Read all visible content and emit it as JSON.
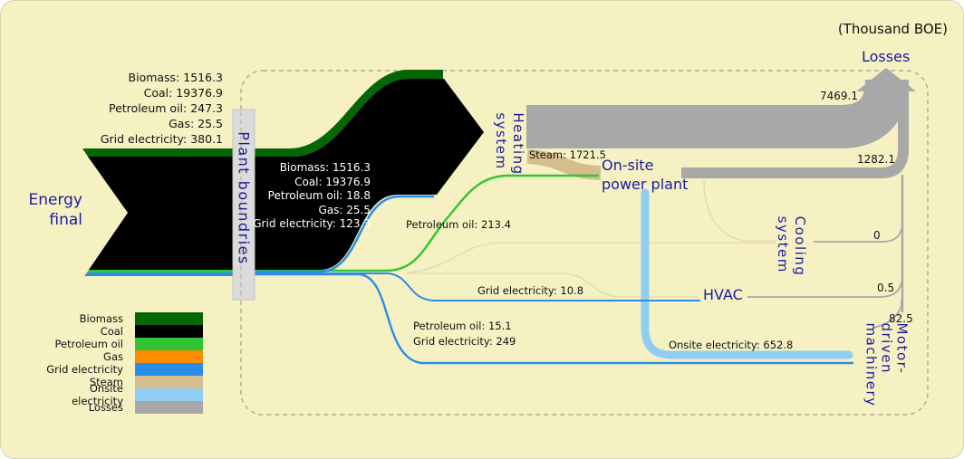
{
  "title": {
    "units": "(Thousand BOE)"
  },
  "colors": {
    "background": "#f6f1c3",
    "biomass": "#056605",
    "coal": "#000000",
    "petroleum_oil": "#33c433",
    "gas": "#ff8b00",
    "grid_electricity": "#2a8de8",
    "steam": "#d5bd8e",
    "onsite_electricity": "#8fcef2",
    "losses": "#a8a8a8",
    "node_label": "#1b1b9e"
  },
  "nodes": {
    "energy_final": {
      "lines": [
        "Energy",
        "final"
      ]
    },
    "plant_boundaries": {
      "label": "Plant boundries"
    },
    "heating_system": {
      "lines": [
        "Heating",
        "system"
      ]
    },
    "onsite_power_plant": {
      "lines": [
        "On-site",
        "power plant"
      ]
    },
    "cooling_system": {
      "lines": [
        "Cooling",
        "system"
      ]
    },
    "hvac": {
      "label": "HVAC"
    },
    "motor_driven_machinery": {
      "lines": [
        "Motor-",
        "driven",
        "machinery"
      ]
    },
    "losses": {
      "label": "Losses"
    }
  },
  "flow_labels": {
    "inputs": {
      "lines": [
        "Biomass: 1516.3",
        "Coal: 19376.9",
        "Petroleum oil: 247.3",
        "Gas: 25.5",
        "Grid electricity: 380.1"
      ]
    },
    "inside_boundary": {
      "lines": [
        "Biomass: 1516.3",
        "Coal: 19376.9",
        "Petroleum oil: 18.8",
        "Gas: 25.5",
        "Grid electricity: 123.3"
      ]
    },
    "steam": "Steam: 1721.5",
    "losses_from_heating": "7469.1",
    "losses_from_power_plant": "1282.1",
    "petroleum_to_power_plant": "Petroleum oil: 213.4",
    "grid_to_hvac": "Grid electricity: 10.8",
    "petroleum_to_motor": "Petroleum oil: 15.1",
    "grid_to_motor": "Grid electricity: 249",
    "onsite_to_motor": "Onsite electricity: 652.8",
    "losses_from_cooling": "0",
    "losses_from_hvac": "0.5",
    "losses_from_motor": "82.5"
  },
  "legend": {
    "items": [
      {
        "label": "Biomass",
        "color": "#056605"
      },
      {
        "label": "Coal",
        "color": "#000000"
      },
      {
        "label": "Petroleum oil",
        "color": "#33c433"
      },
      {
        "label": "Gas",
        "color": "#ff8b00"
      },
      {
        "label": "Grid electricity",
        "color": "#2a8de8"
      },
      {
        "label": "Steam",
        "color": "#d5bd8e"
      },
      {
        "label": "Onsite electricity",
        "color": "#8fcef2"
      },
      {
        "label": "Losses",
        "color": "#a8a8a8"
      }
    ]
  },
  "chart_data": {
    "type": "sankey",
    "title": "(Thousand BOE)",
    "units": "Thousand BOE",
    "nodes": [
      "Energy final",
      "Plant boundries",
      "Heating system",
      "On-site power plant",
      "Cooling system",
      "HVAC",
      "Motor-driven machinery",
      "Losses"
    ],
    "links": [
      {
        "source": "Energy final",
        "target": "Plant boundries",
        "flow": "Biomass",
        "value": 1516.3
      },
      {
        "source": "Energy final",
        "target": "Plant boundries",
        "flow": "Coal",
        "value": 19376.9
      },
      {
        "source": "Energy final",
        "target": "Plant boundries",
        "flow": "Petroleum oil",
        "value": 247.3
      },
      {
        "source": "Energy final",
        "target": "Plant boundries",
        "flow": "Gas",
        "value": 25.5
      },
      {
        "source": "Energy final",
        "target": "Plant boundries",
        "flow": "Grid electricity",
        "value": 380.1
      },
      {
        "source": "Plant boundries",
        "target": "Heating system",
        "flow": "Biomass",
        "value": 1516.3
      },
      {
        "source": "Plant boundries",
        "target": "Heating system",
        "flow": "Coal",
        "value": 19376.9
      },
      {
        "source": "Plant boundries",
        "target": "Heating system",
        "flow": "Petroleum oil",
        "value": 18.8
      },
      {
        "source": "Plant boundries",
        "target": "Heating system",
        "flow": "Gas",
        "value": 25.5
      },
      {
        "source": "Plant boundries",
        "target": "Heating system",
        "flow": "Grid electricity",
        "value": 123.3
      },
      {
        "source": "Heating system",
        "target": "Losses",
        "flow": "Losses",
        "value": 7469.1
      },
      {
        "source": "Heating system",
        "target": "On-site power plant",
        "flow": "Steam",
        "value": 1721.5
      },
      {
        "source": "Energy final",
        "target": "On-site power plant",
        "flow": "Petroleum oil",
        "value": 213.4
      },
      {
        "source": "Energy final",
        "target": "HVAC",
        "flow": "Grid electricity",
        "value": 10.8
      },
      {
        "source": "Energy final",
        "target": "Motor-driven machinery",
        "flow": "Petroleum oil",
        "value": 15.1
      },
      {
        "source": "Energy final",
        "target": "Motor-driven machinery",
        "flow": "Grid electricity",
        "value": 249
      },
      {
        "source": "On-site power plant",
        "target": "Losses",
        "flow": "Losses",
        "value": 1282.1
      },
      {
        "source": "On-site power plant",
        "target": "Motor-driven machinery",
        "flow": "Onsite electricity",
        "value": 652.8
      },
      {
        "source": "Cooling system",
        "target": "Losses",
        "flow": "Losses",
        "value": 0
      },
      {
        "source": "HVAC",
        "target": "Losses",
        "flow": "Losses",
        "value": 0.5
      },
      {
        "source": "Motor-driven machinery",
        "target": "Losses",
        "flow": "Losses",
        "value": 82.5
      }
    ]
  }
}
